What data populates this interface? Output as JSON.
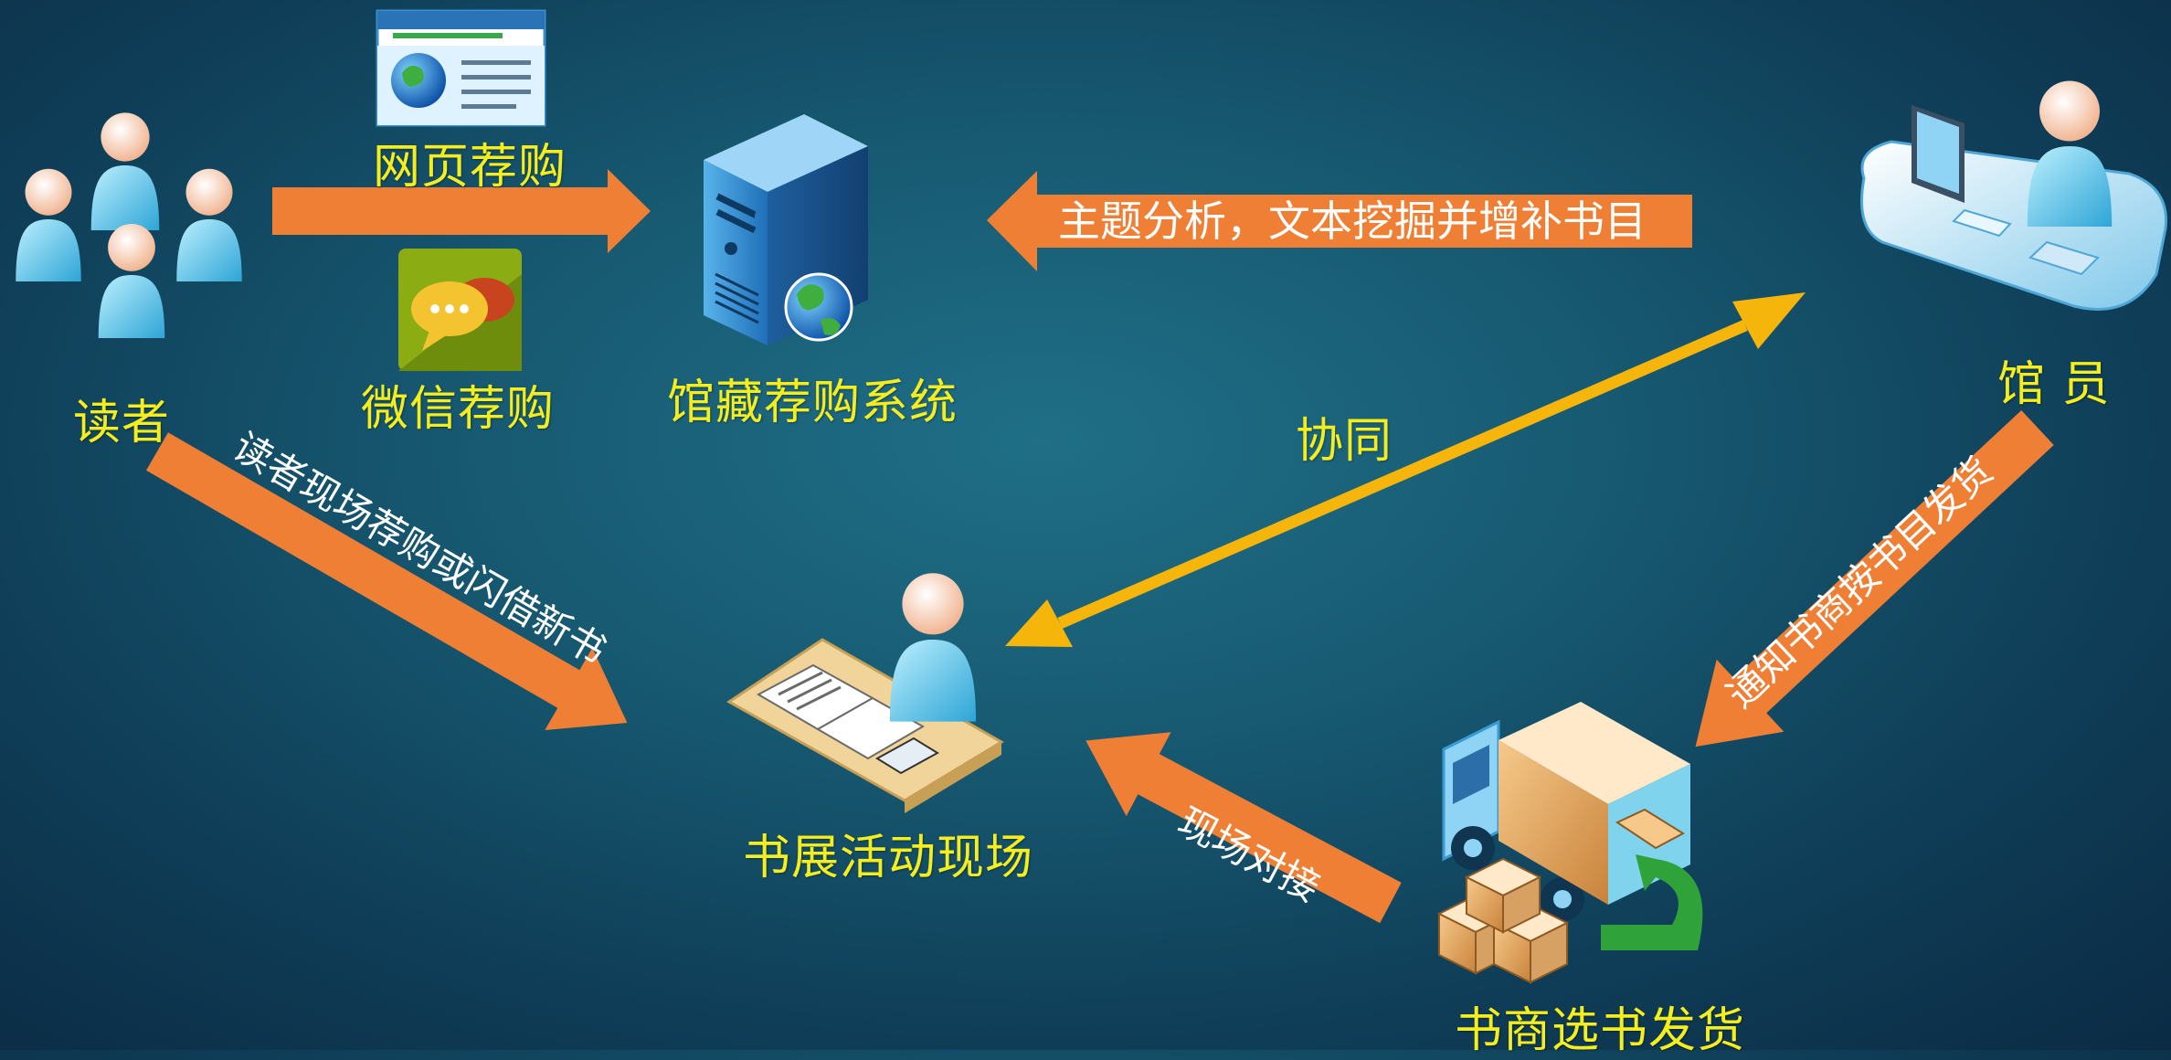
{
  "nodes": {
    "readers": "读者",
    "web_recommend": "网页荐购",
    "wechat_recommend": "微信荐购",
    "system": "馆藏荐购系统",
    "librarian": "馆 员",
    "bookfair": "书展活动现场",
    "vendor": "书商选书发货"
  },
  "arrows": {
    "topic_analysis": "主题分析，文本挖掘并增补书目",
    "onsite_recommend": "读者现场荐购或闪借新书",
    "notify_vendor": "通知书商按书目发货",
    "onsite_connect": "现场对接",
    "cooperate": "协同"
  },
  "colors": {
    "arrow_orange": "#ee7f34",
    "arrow_gold": "#f6b50a",
    "label_yellow": "#f4ee1e",
    "arrow_text": "#ffffff"
  },
  "icons": [
    "reader-group-icon",
    "webpage-icon",
    "wechat-icon",
    "server-icon",
    "librarian-desk-icon",
    "bookfair-desk-icon",
    "delivery-truck-icon"
  ]
}
